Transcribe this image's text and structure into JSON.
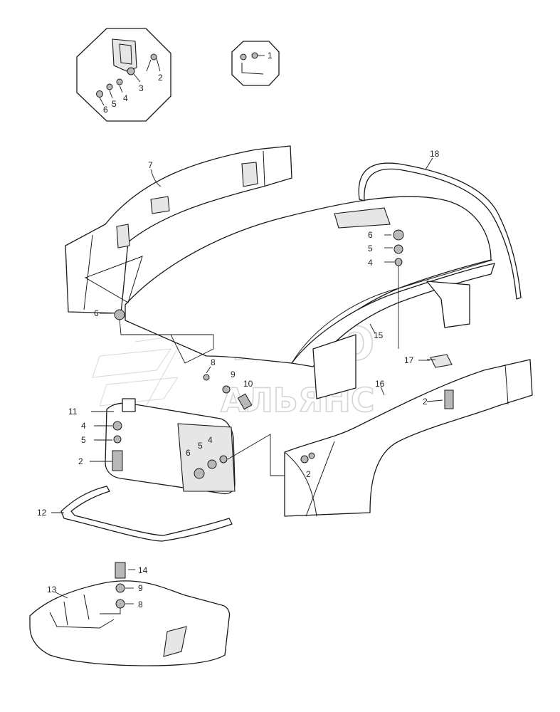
{
  "watermark": {
    "line1": "АВТО",
    "line2": "АЛЬЯНС"
  },
  "callouts": {
    "c1": "1",
    "c2a": "2",
    "c3": "3",
    "c4a": "4",
    "c5a": "5",
    "c6a": "6",
    "c7": "7",
    "c18": "18",
    "c6b": "6",
    "c5b": "5",
    "c4b": "4",
    "c6c": "6",
    "c15": "15",
    "c17": "17",
    "c16": "16",
    "c2b": "2",
    "c8a": "8",
    "c9a": "9",
    "c10": "10",
    "c11": "11",
    "c4c": "4",
    "c5c": "5",
    "c2c": "2",
    "c6d": "6",
    "c5d": "5",
    "c4d": "4",
    "c2d": "2",
    "c12": "12",
    "c14": "14",
    "c9b": "9",
    "c8b": "8",
    "c13": "13"
  }
}
